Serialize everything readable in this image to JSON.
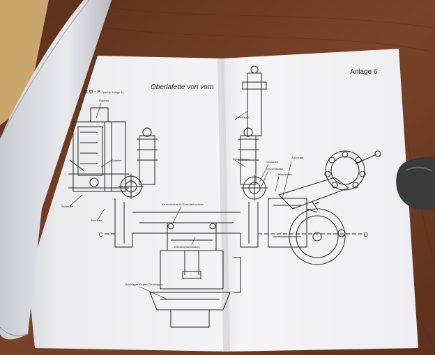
{
  "booklet": {
    "page_label": "Anlage 6",
    "drawing_title": "Oberlafette von vorn",
    "left_caption_fragment": "att O - P",
    "left_caption_note": "(siehe Anlage 1)"
  },
  "labels": {
    "rachen": "Rachen",
    "scheibe": "Scheibe",
    "schraube_left": "Schraube",
    "zurrhebel_left": "Zurrhebel",
    "c_mark": "C",
    "klemmbolzen": "Klemmbolzen in Exzenterbuchsen",
    "kreuzlochschrauben": "Kreuzlochschrauben",
    "buchlager": "Büchlager für den Zahnbogen",
    "rohrtraeger": "Rohrträger",
    "schwinglager": "Schwinglager",
    "schraube_right": "Schraube",
    "kronenmutter": "Kronenmutter",
    "tellerfedern": "Tellerfedern",
    "zurrhebel_right": "Zurrhebel",
    "d_mark": "D"
  },
  "colors": {
    "table_wood": "#6b3a22",
    "paper": "#f1f1f3",
    "ink": "#222222",
    "binder": "#3a3a3a"
  }
}
